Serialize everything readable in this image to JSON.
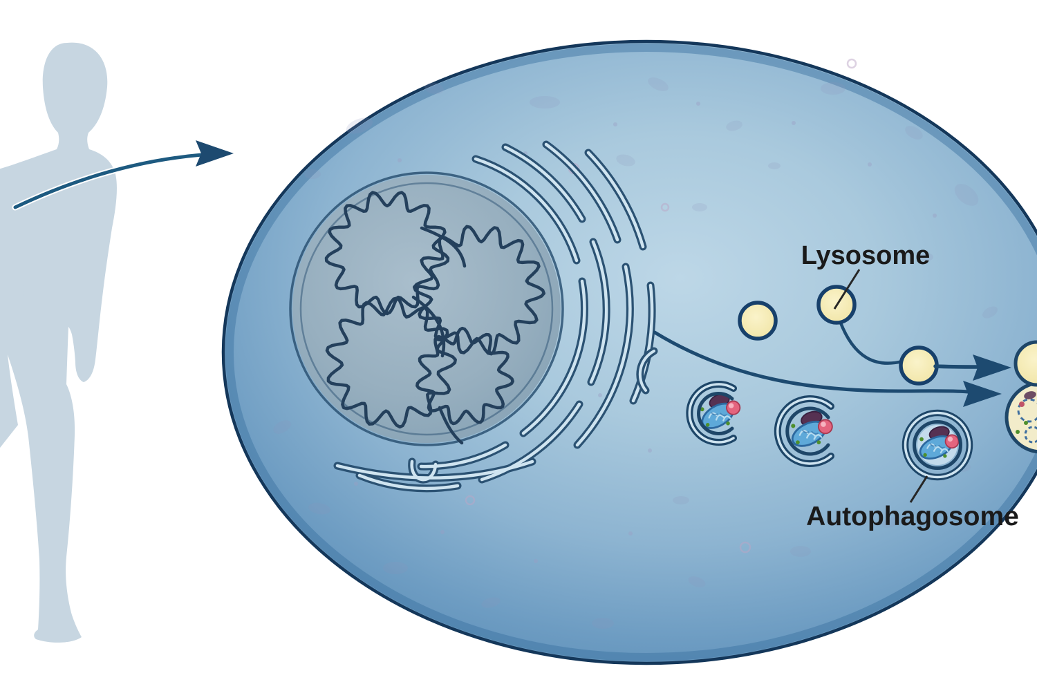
{
  "figure": {
    "type": "biology-illustration",
    "subject": "Autophagy pathway inside a human cell",
    "labels": {
      "lysosome": "Lysosome",
      "autophagosome": "Autophagosome"
    },
    "elements": [
      "human-silhouette",
      "body-to-cell-arrow",
      "cell-membrane",
      "nucleus-with-chromatin",
      "endoplasmic-reticulum",
      "phagophore-early",
      "phagophore-late",
      "autophagosome",
      "lysosomes",
      "autolysosome-fusion"
    ],
    "lysosome_count": 3,
    "colors": {
      "background": "#ffffff",
      "silhouette": "#c7d6e1",
      "cell_outline": "#14375a",
      "cytoplasm_light": "#bdd7e7",
      "cytoplasm_dark": "#4a7fae",
      "nucleus_fill": "#93adbe",
      "membrane_dark": "#1e4668",
      "membrane_light": "#cfe4f0",
      "chromatin": "#24405c",
      "lysosome_fill": "#f6ecb4",
      "arrow": "#1d4a70",
      "label_text": "#1a1a1a",
      "mitochondrion": "#5ea9d9",
      "cargo_purple": "#563152",
      "cargo_pink": "#e4647e",
      "cargo_green": "#4e8f2c"
    }
  }
}
